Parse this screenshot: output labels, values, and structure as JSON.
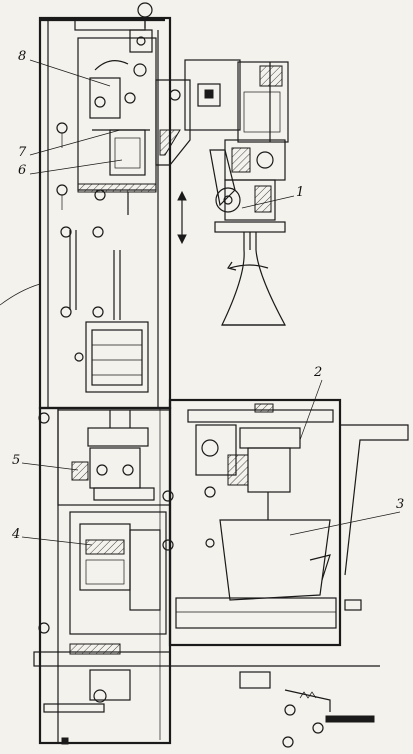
{
  "callouts": [
    {
      "id": "c8",
      "text": "8"
    },
    {
      "id": "c7",
      "text": "7"
    },
    {
      "id": "c6",
      "text": "6"
    },
    {
      "id": "c1",
      "text": "1"
    },
    {
      "id": "c2",
      "text": "2"
    },
    {
      "id": "c3",
      "text": "3"
    },
    {
      "id": "c5",
      "text": "5"
    },
    {
      "id": "c4",
      "text": "4"
    }
  ],
  "colors": {
    "ink": "#1a1a1a",
    "paper": "#f4f2ec"
  }
}
